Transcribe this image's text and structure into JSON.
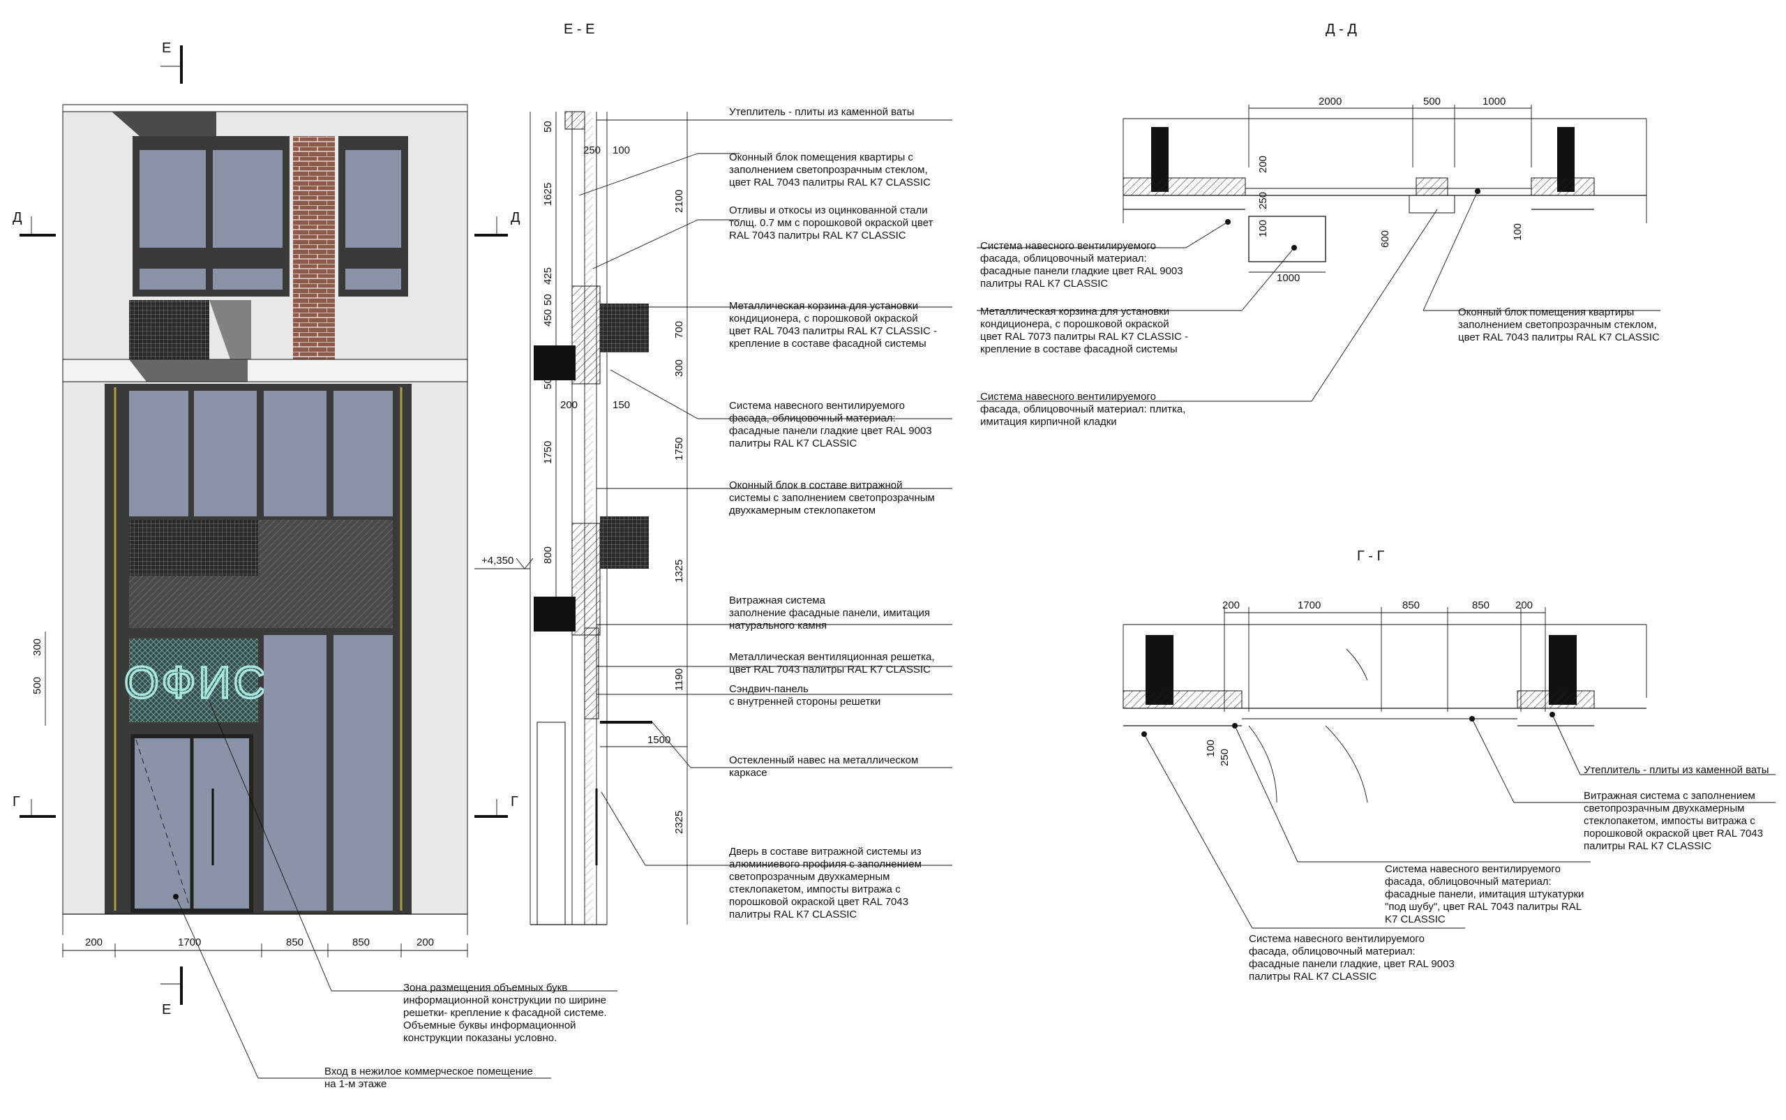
{
  "titles": {
    "section_e": "Е - Е",
    "section_d": "Д - Д",
    "section_g": "Г - Г"
  },
  "markers": {
    "e": "Е",
    "d": "Д",
    "g": "Г"
  },
  "sign_text": "ОФИС",
  "colors": {
    "frame": "#3a3a3a",
    "glass": "#8a93a8",
    "panel": "#e9e9e9",
    "brick": "#8b5a4a",
    "neon": "#a8e8e1"
  },
  "elevation": {
    "bottom_dims": [
      "200",
      "1700",
      "850",
      "850",
      "200"
    ],
    "side_dims": [
      "300",
      "500"
    ],
    "notes": {
      "sign_zone": [
        "Зона размещения объемных букв",
        "информационной конструкции по ширине",
        "решетки- крепление к фасадной системе.",
        "Объемные буквы информационной",
        "конструкции показаны условно."
      ],
      "entrance": [
        "Вход в нежилое коммерческое помещение",
        "на 1-м этаже"
      ]
    }
  },
  "section_e": {
    "level_mark": "+4,350",
    "left_dims": [
      "50",
      "1625",
      "425",
      "50",
      "450",
      "50",
      "1750",
      "800"
    ],
    "top_dims": [
      "250",
      "100"
    ],
    "mid_dims": [
      "200",
      "150"
    ],
    "right_dims": [
      "2100",
      "700",
      "300",
      "1750",
      "1325",
      "1190",
      "2325"
    ],
    "canopy_dim": "1500",
    "notes": [
      [
        "Утеплитель - плиты из каменной ваты"
      ],
      [
        "Оконный блок помещения квартиры с",
        "заполнением светопрозрачным стеклом,",
        "цвет RAL 7043 палитры RAL K7 CLASSIC"
      ],
      [
        "Отливы и откосы из оцинкованной стали",
        "толщ. 0.7 мм с порошковой окраской цвет",
        "RAL 7043 палитры RAL K7 CLASSIC"
      ],
      [
        "Металлическая корзина для установки",
        "кондиционера, с порошковой окраской",
        "цвет RAL 7043 палитры RAL K7 CLASSIC -",
        "крепление в составе фасадной системы"
      ],
      [
        "Система навесного вентилируемого",
        "фасада, облицовочный материал:",
        "фасадные панели гладкие цвет RAL 9003",
        "палитры RAL K7 CLASSIC"
      ],
      [
        "Оконный блок в составе витражной",
        "системы с заполнением светопрозрачным",
        "двухкамерным стеклопакетом"
      ],
      [
        "Витражная система",
        "заполнение фасадные панели, имитация",
        "натурального камня"
      ],
      [
        "Металлическая вентиляционная решетка,",
        "цвет RAL 7043 палитры RAL K7 CLASSIC"
      ],
      [
        "Сэндвич-панель",
        "с внутренней стороны решетки"
      ],
      [
        "Остекленный навес на металлическом",
        "каркасе"
      ],
      [
        "Дверь в составе витражной системы из",
        "алюминиевого профиля с заполнением",
        "светопрозрачным двухкамерным",
        "стеклопакетом, импосты витража с",
        "порошковой окраской  цвет RAL 7043",
        "палитры RAL K7 CLASSIC"
      ]
    ]
  },
  "section_d": {
    "dims_top": [
      "2000",
      "500",
      "1000"
    ],
    "dims_v": [
      "200",
      "250",
      "100",
      "600",
      "100"
    ],
    "dim_box": "1000",
    "notes": [
      [
        "Система навесного вентилируемого",
        "фасада, облицовочный материал:",
        "фасадные панели гладкие цвет RAL 9003",
        "палитры RAL K7 CLASSIC"
      ],
      [
        "Металлическая корзина для установки",
        "кондиционера, с порошковой окраской",
        "цвет RAL 7073 палитры RAL K7 CLASSIC -",
        "крепление в составе фасадной системы"
      ],
      [
        "Система навесного вентилируемого",
        "фасада, облицовочный материал: плитка,",
        "имитация кирпичной кладки"
      ],
      [
        "Оконный блок помещения квартиры",
        "заполнением светопрозрачным стеклом,",
        "цвет RAL 7043 палитры RAL K7 CLASSIC"
      ]
    ]
  },
  "section_g": {
    "dims_top": [
      "200",
      "1700",
      "850",
      "850",
      "200"
    ],
    "dims_v": [
      "100",
      "250"
    ],
    "notes": [
      [
        "Утеплитель - плиты из каменной ваты"
      ],
      [
        "Витражная система с заполнением",
        "светопрозрачным двухкамерным",
        "стеклопакетом, импосты витража с",
        "порошковой окраской цвет RAL 7043",
        "палитры RAL K7 CLASSIC"
      ],
      [
        "Система навесного вентилируемого",
        "фасада, облицовочный материал:",
        "фасадные панели, имитация  штукатурки",
        "\"под шубу\", цвет RAL 7043 палитры RAL",
        "K7 CLASSIC"
      ],
      [
        "Система навесного вентилируемого",
        "фасада, облицовочный материал:",
        "фасадные панели гладкие, цвет RAL 9003",
        "палитры RAL K7 CLASSIC"
      ]
    ]
  }
}
